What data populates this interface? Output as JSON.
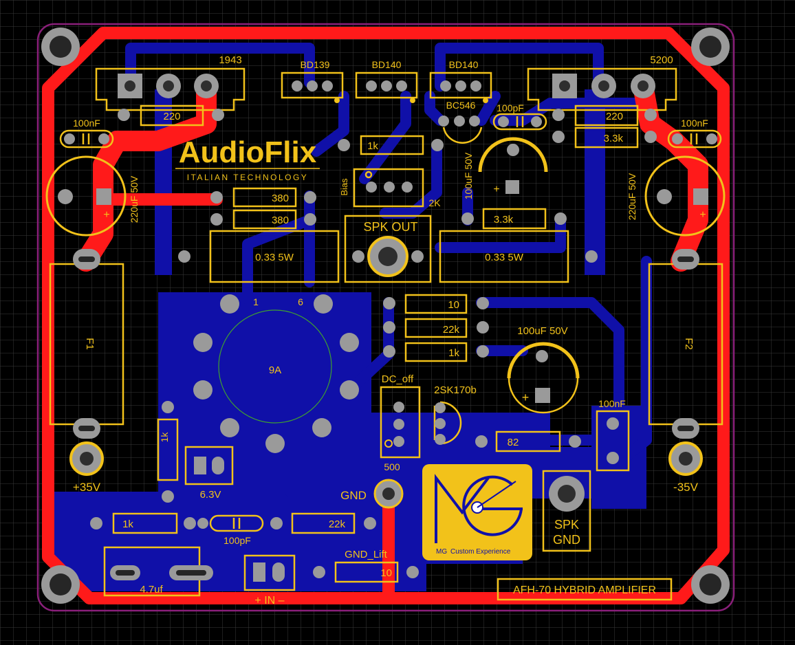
{
  "board": {
    "brand": "AudioFlix",
    "tagline": "ITALIAN TECHNOLOGY",
    "title": "AFH-70 HYBRID AMPLIFIER"
  },
  "components": {
    "q_1943": "1943",
    "q_5200": "5200",
    "q_bd139": "BD139",
    "q_bd140a": "BD140",
    "q_bd140b": "BD140",
    "q_bc546": "BC546",
    "r220_left": "220",
    "r220_right": "220",
    "r33k_right": "3.3k",
    "r33k_center": "3.3k",
    "c100nf_left": "100nF",
    "c100nf_right": "100nF",
    "c100nf_bottom": "100nF",
    "c100pf_top": "100pF",
    "c100pf_bottom": "100pF",
    "r1k_top": "1k",
    "r1k_mid": "1k",
    "r1k_vert": "1k",
    "r1k_bottom": "1k",
    "bias_label": "Bias",
    "trim_2k": "2K",
    "cap_100uf_top": "100uF 50V",
    "cap_100uf_mid": "100uF 50V",
    "cap_220uf_left": "220uF 50V",
    "cap_220uf_right": "220uF 50V",
    "r380_a": "380",
    "r380_b": "380",
    "spk_out": "SPK OUT",
    "r033_left": "0.33 5W",
    "r033_right": "0.33 5W",
    "r10_top": "10",
    "r22k_mid": "22k",
    "r22k_bottom": "22k",
    "fuse_1": "F1",
    "fuse_2": "F2",
    "tube": "9A",
    "tube_pin1": "1",
    "tube_pin6": "6",
    "dc_off": "DC_off",
    "trim_500": "500",
    "jfet": "2SK170b",
    "r82": "82",
    "heater": "6.3V",
    "plus_35v": "+35V",
    "minus_35v": "-35V",
    "gnd": "GND",
    "gnd_lift": "GND_Lift",
    "r10_bottom": "10",
    "spk_gnd_1": "SPK",
    "spk_gnd_2": "GND",
    "cap_47uf": "4.7uf",
    "input": "+ IN –",
    "mg_custom": "Custom Experience",
    "mg_letters": "MG"
  },
  "colors": {
    "background": "#000000",
    "grid": "#3a3a3a",
    "copper_top": "#ff1a1a",
    "copper_bottom": "#1010a8",
    "silkscreen": "#f2c21a",
    "pad": "#9a9a9a"
  }
}
